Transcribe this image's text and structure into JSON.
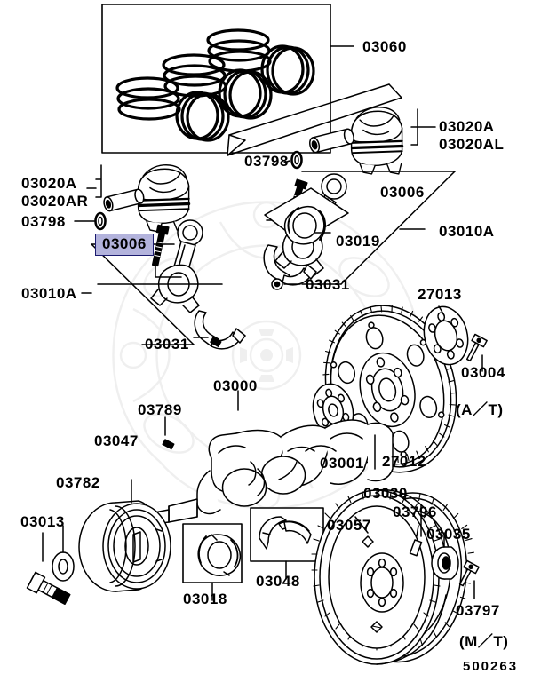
{
  "diagram": {
    "drawing_number": "500263",
    "transmission_notes": {
      "at": "(A／T)",
      "mt": "(M／T)"
    },
    "highlight_color": "#b3b3dc",
    "highlight_border_color": "#1a1a6e",
    "highlighted_part": "03006"
  },
  "labels": {
    "piston_rings": "03060",
    "piston_right_a": "03020A",
    "piston_right_al": "03020AL",
    "piston_left_a": "03020A",
    "piston_left_ar": "03020AR",
    "piston_pin_circlip_left": "03798",
    "piston_pin_circlip_right": "03798",
    "conrod_bolt_left": "03006",
    "conrod_bolt_right": "03006",
    "conrod_assy_left": "03010A",
    "conrod_assy_right": "03010A",
    "conrod_bearing_left": "03031",
    "conrod_bearing_right": "03031",
    "conrod_bearing_set": "03019",
    "crankshaft": "03000",
    "crank_key": "03789",
    "crank_pulley": "03047",
    "pulley_washer": "03782",
    "pulley_bolt": "03013",
    "main_bearing_upper": "03018",
    "thrust_washer": "03048",
    "drive_plate_adapter": "03001",
    "drive_plate": "27012",
    "drive_plate_spacer": "27013",
    "drive_plate_bolt": "03004",
    "flywheel_ring_gear": "03030",
    "flywheel": "03057",
    "flywheel_dowel": "03796",
    "pilot_bearing": "03035",
    "flywheel_bolt": "03797"
  }
}
